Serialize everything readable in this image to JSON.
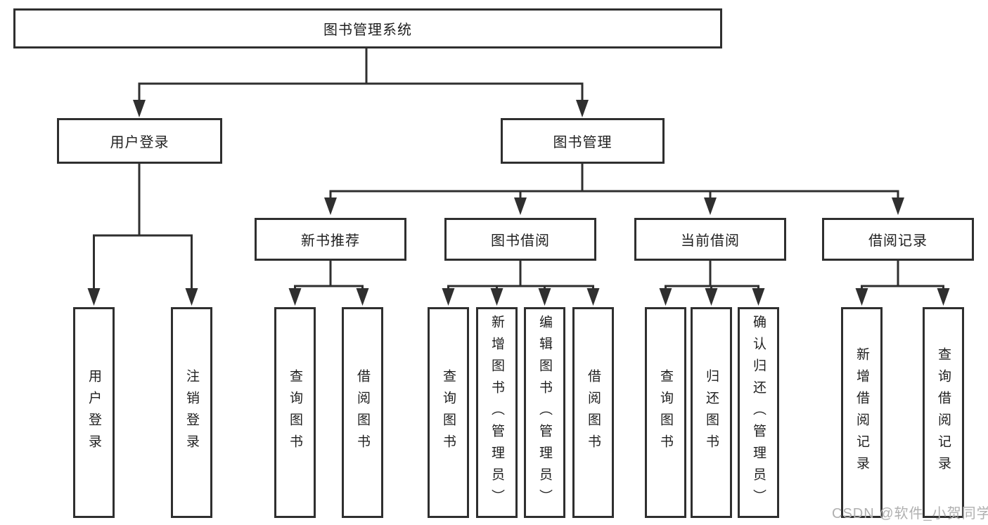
{
  "tree": {
    "root": {
      "label": "图书管理系统",
      "children": [
        {
          "label": "用户登录",
          "children": [
            {
              "label": "用户登录"
            },
            {
              "label": "注销登录"
            }
          ]
        },
        {
          "label": "图书管理",
          "children": [
            {
              "label": "新书推荐",
              "children": [
                {
                  "label": "查询图书"
                },
                {
                  "label": "借阅图书"
                }
              ]
            },
            {
              "label": "图书借阅",
              "children": [
                {
                  "label": "查询图书"
                },
                {
                  "label": "新增图书（管理员）"
                },
                {
                  "label": "编辑图书（管理员）"
                },
                {
                  "label": "借阅图书"
                }
              ]
            },
            {
              "label": "当前借阅",
              "children": [
                {
                  "label": "查询图书"
                },
                {
                  "label": "归还图书"
                },
                {
                  "label": "确认归还（管理员）"
                }
              ]
            },
            {
              "label": "借阅记录",
              "children": [
                {
                  "label": "新增借阅记录"
                },
                {
                  "label": "查询借阅记录"
                }
              ]
            }
          ]
        }
      ]
    }
  },
  "watermark": "CSDN @软件_小贺同学",
  "colors": {
    "line": "#2f2f2f",
    "text": "#1f1f1f",
    "watermark": "#b0b0b0"
  }
}
